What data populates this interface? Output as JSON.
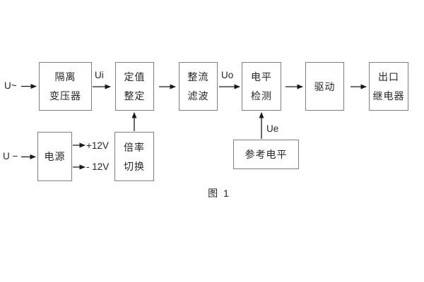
{
  "figure": {
    "caption": "图 1",
    "labels": {
      "input_ac": "U~",
      "input_dc": "U −",
      "ui": "Ui",
      "uo": "Uo",
      "ue": "Ue",
      "plus12v": "+12V",
      "minus12v": "- 12V"
    },
    "blocks": [
      {
        "id": "isolation-transformer",
        "lines": [
          "隔离",
          "变压器"
        ]
      },
      {
        "id": "setting-adjust",
        "lines": [
          "定值",
          "整定"
        ]
      },
      {
        "id": "rectify-filter",
        "lines": [
          "整流",
          "滤波"
        ]
      },
      {
        "id": "level-detection",
        "lines": [
          "电平",
          "检测"
        ]
      },
      {
        "id": "driver",
        "lines": [
          "驱动"
        ]
      },
      {
        "id": "output-relay",
        "lines": [
          "出口",
          "继电器"
        ]
      },
      {
        "id": "power-supply",
        "lines": [
          "电源"
        ]
      },
      {
        "id": "ratio-switch",
        "lines": [
          "倍率",
          "切换"
        ]
      },
      {
        "id": "reference-level",
        "lines": [
          "参考电平"
        ]
      }
    ],
    "colors": {
      "background": "#ffffff",
      "box_border": "#7f7f7f",
      "text": "#262626",
      "wire": "#1a1a1a"
    }
  }
}
